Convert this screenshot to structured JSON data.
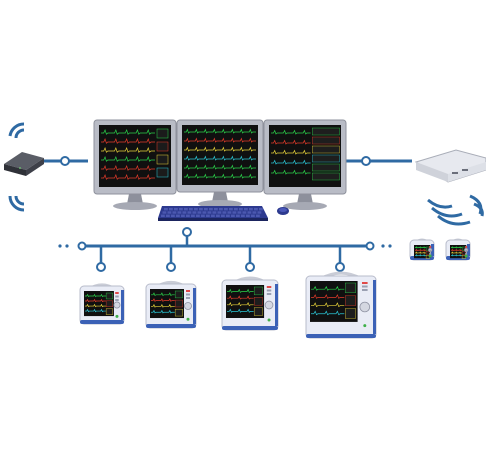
{
  "colors": {
    "network_line": "#2f6aa3",
    "node_fill": "#ffffff",
    "wireless": "#2f6aa3",
    "monitor_frame": "#b9bcc6",
    "monitor_stand": "#8d909c",
    "screen_bg": "#101010",
    "wave_green": "#2ad14a",
    "wave_red": "#e23b2a",
    "wave_yellow": "#e7d23a",
    "wave_cyan": "#2bc6d6",
    "patient_monitor_body": "#e9ecf6",
    "patient_monitor_trim": "#3b61b6"
  },
  "icons": {
    "left_device": "wireless-access-point-icon",
    "right_device": "network-router-icon",
    "workstation": "central-station-monitor-icon",
    "bedside": "patient-monitor-icon",
    "keyboard": "keyboard-icon",
    "mouse": "mouse-icon"
  },
  "workstation_monitor_count": 3,
  "bedside_monitor_count": 4,
  "remote_monitor_count": 2
}
